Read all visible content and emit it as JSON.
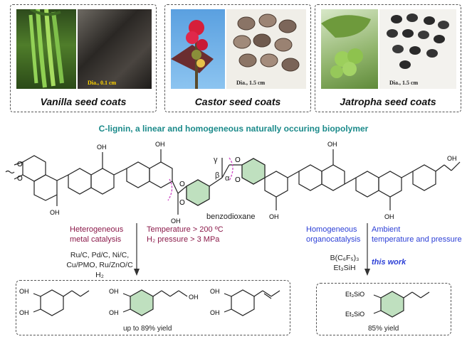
{
  "panels": [
    {
      "caption": "Vanilla seed coats",
      "scale": "Dia., 0.1 cm"
    },
    {
      "caption": "Castor seed coats",
      "scale": "Dia., 1.5 cm"
    },
    {
      "caption": "Jatropha seed coats",
      "scale": "Dia., 1.5 cm"
    }
  ],
  "headline": "C-lignin, a linear and homogeneous naturally occuring biopolymer",
  "structure": {
    "gamma": "γ",
    "beta": "β",
    "alpha": "α",
    "unit_label": "benzodioxane",
    "ring_o": "O",
    "oh": "OH"
  },
  "left_route": {
    "title_line1": "Heterogeneous",
    "title_line2": "metal catalysis",
    "cond_line1": "Temperature  > 200 ºC",
    "cond_line2": "H₂ pressure   > 3 MPa",
    "catalysts_line1": "Ru/C, Pd/C, Ni/C,",
    "catalysts_line2": "Cu/PMO, Ru/ZnO/C",
    "catalysts_line3": "H₂",
    "yield": "up to 89% yield"
  },
  "right_route": {
    "title_line1": "Homogeneous",
    "title_line2": "organocatalysis",
    "cond_line1": "Ambient",
    "cond_line2": "temperature and pressure",
    "reagent_line1": "B(C₆F₅)₃",
    "reagent_line2": "Et₃SiH",
    "this_work": "this work",
    "yield": "85% yield",
    "silyl": "Et₃SiO"
  },
  "colors": {
    "teal": "#1b8a8a",
    "maroon": "#8b1a4a",
    "blue": "#2c3fd6",
    "ring_fill": "#bfe0bf",
    "dash_pink": "#d050c8"
  }
}
